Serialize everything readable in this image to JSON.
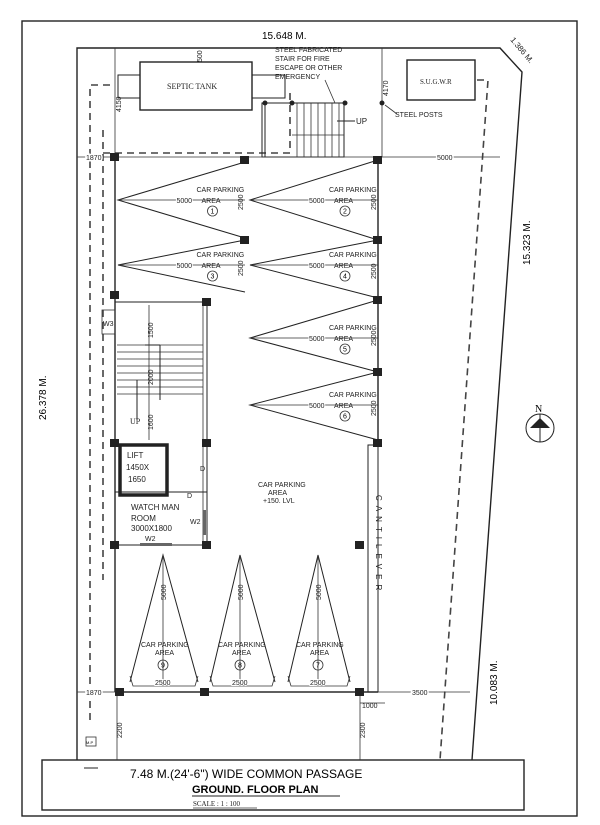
{
  "title": "GROUND. FLOOR PLAN",
  "scale": "SCALE : 1 : 100",
  "passage": "7.48 M.(24'-6\") WIDE COMMON PASSAGE",
  "boundary": {
    "top": "15.648 M.",
    "corner": "1.386 M.",
    "left": "26.378 M.",
    "right_upper": "15.323 M.",
    "right_lower": "10.083 M."
  },
  "labels": {
    "septic_tank": "SEPTIC TANK",
    "sugwr": "S.U.G.W.R",
    "stair_note": [
      "STEEL FABRICATED",
      "STAIR FOR FIRE",
      "ESCAPE OR OTHER",
      "EMERGENCY"
    ],
    "steel_posts": "STEEL POSTS",
    "up": "UP",
    "lift": [
      "LIFT",
      "1450X",
      "1650"
    ],
    "watchman": [
      "WATCH MAN",
      "ROOM",
      "3000X1800"
    ],
    "door": "D",
    "w2": "W2",
    "w3": "W3",
    "car_parking_main": [
      "CAR PARKING",
      "AREA",
      "+150. LVL"
    ],
    "cantilever": "CANTILEVER",
    "north": "N",
    "mp": "M.P"
  },
  "parking": [
    {
      "no": "1",
      "label": "CAR PARKING",
      "area": "AREA",
      "len": "5000",
      "wid": "2500"
    },
    {
      "no": "2",
      "label": "CAR PARKING",
      "area": "AREA",
      "len": "5000",
      "wid": "2500"
    },
    {
      "no": "3",
      "label": "CAR PARKING",
      "area": "AREA",
      "len": "5000",
      "wid": "2500"
    },
    {
      "no": "4",
      "label": "CAR PARKING",
      "area": "AREA",
      "len": "5000",
      "wid": "2500"
    },
    {
      "no": "5",
      "label": "CAR PARKING",
      "area": "AREA",
      "len": "5000",
      "wid": "2500"
    },
    {
      "no": "6",
      "label": "CAR PARKING",
      "area": "AREA",
      "len": "5000",
      "wid": "2500"
    },
    {
      "no": "7",
      "label": "CAR PARKING",
      "area": "AREA",
      "len": "5000",
      "wid": "2500"
    },
    {
      "no": "8",
      "label": "CAR PARKING",
      "area": "AREA",
      "len": "5000",
      "wid": "2500"
    },
    {
      "no": "9",
      "label": "CAR PARKING",
      "area": "AREA",
      "len": "5000",
      "wid": "2500"
    }
  ],
  "dims": {
    "d500": "500",
    "d4150": "4150",
    "d4170": "4170",
    "d1870a": "1870",
    "d5000": "5000",
    "d1500": "1500",
    "d2000": "2000",
    "d1600": "1600",
    "d1870b": "1870",
    "d3500": "3500",
    "d1000": "1000",
    "d2200": "2200",
    "d2300": "2300"
  }
}
